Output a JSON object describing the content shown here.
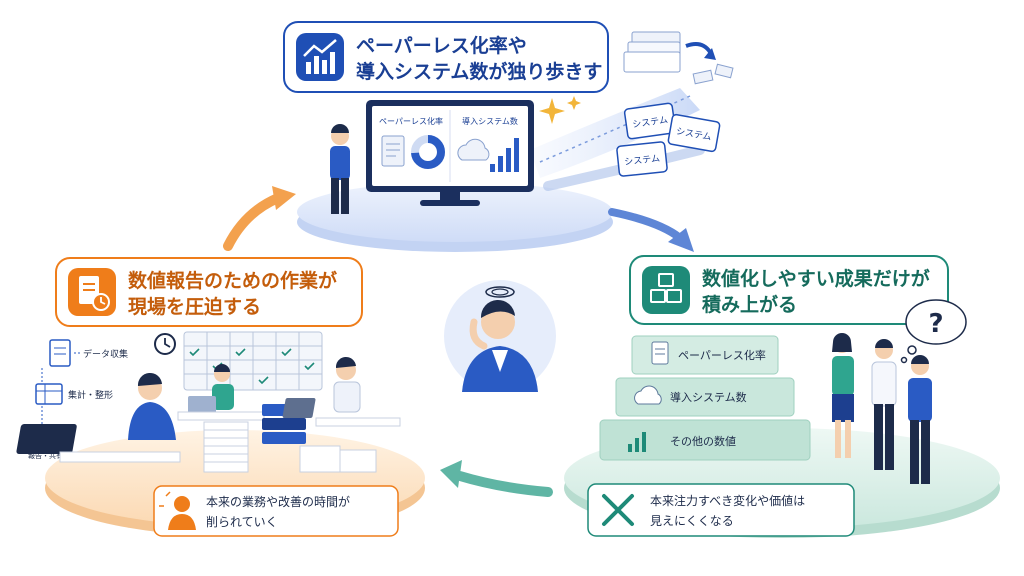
{
  "colors": {
    "blue": "#1f4fb5",
    "orange": "#ef7d1a",
    "teal": "#1e8a78",
    "platform_blue": "#dde7fb",
    "platform_orange": "#fde3c8",
    "platform_teal": "#d8efe8"
  },
  "top": {
    "title_line1": "ペーパーレス化率や",
    "title_line2": "導入システム数が独り歩きす",
    "monitor_left_label": "ペーパーレス化率",
    "monitor_right_label": "導入システム数",
    "system_cards": [
      "システム",
      "システム",
      "システム"
    ]
  },
  "left": {
    "title_line1": "数値報告のための作業が",
    "title_line2": "現場を圧迫する",
    "steps": [
      "データ収集",
      "集計・整形",
      "報告・共有"
    ],
    "note_line1": "本来の業務や改善の時間が",
    "note_line2": "削られていく"
  },
  "right": {
    "title_line1": "数値化しやすい成果だけが",
    "title_line2": "積み上がる",
    "stack_items": [
      "ペーパーレス化率",
      "導入システム数",
      "その他の数値"
    ],
    "note_line1": "本来注力すべき変化や価値は",
    "note_line2": "見えにくくなる"
  }
}
